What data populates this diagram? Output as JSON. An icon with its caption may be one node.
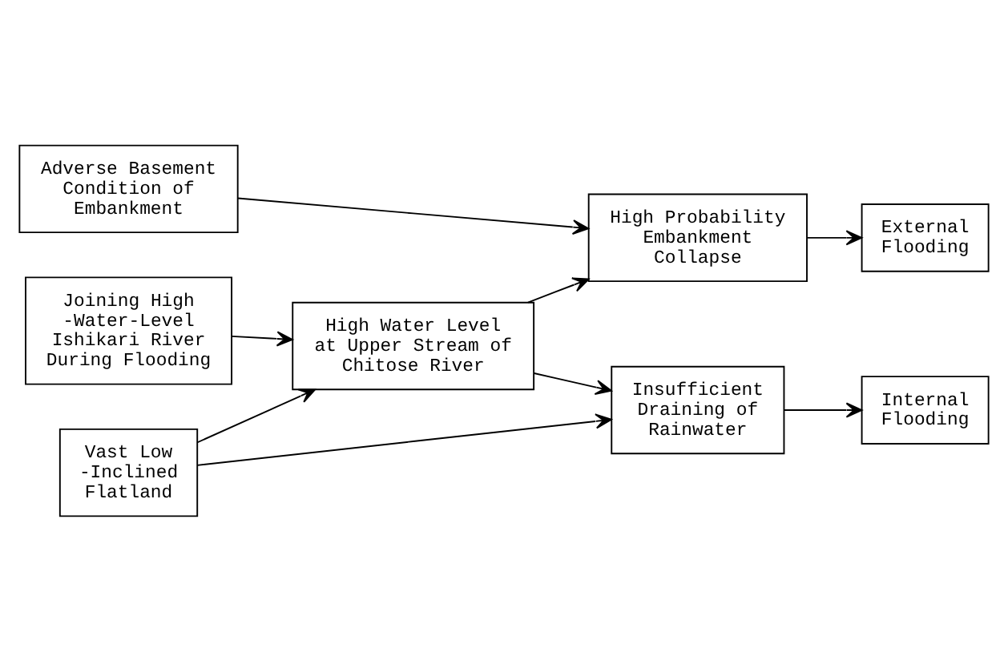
{
  "diagram": {
    "nodes": [
      {
        "text": [
          "Adverse Basement Condition of Embankment"
        ]
      },
      {
        "text": [
          "Joining High -Water-Level Ishikari River During Flooding"
        ]
      },
      {
        "text": [
          "High Water Level at Upper Stream of Chitose River"
        ]
      },
      {
        "text": [
          "High Probability Embankment Collapse"
        ]
      },
      {
        "text": [
          "External Flooding"
        ]
      },
      {
        "text": [
          "Insufficient Draining of Rainwater"
        ]
      },
      {
        "text": [
          "Internal Flooding"
        ]
      },
      {
        "text": [
          "Vast Low -Inclined Flatland"
        ]
      }
    ],
    "edges": [
      {
        "from": 0,
        "to": 3,
        "arrow": "to"
      },
      {
        "from": 1,
        "to": 2,
        "arrow": "to"
      },
      {
        "from": 2,
        "to": 3,
        "arrow": "to"
      },
      {
        "from": 2,
        "to": 5,
        "arrow": "to"
      },
      {
        "from": 7,
        "to": 2,
        "arrow": "to"
      },
      {
        "from": 7,
        "to": 5,
        "arrow": "to"
      },
      {
        "from": 3,
        "to": 4,
        "arrow": "to"
      },
      {
        "from": 5,
        "to": 6,
        "arrow": "to"
      }
    ]
  }
}
